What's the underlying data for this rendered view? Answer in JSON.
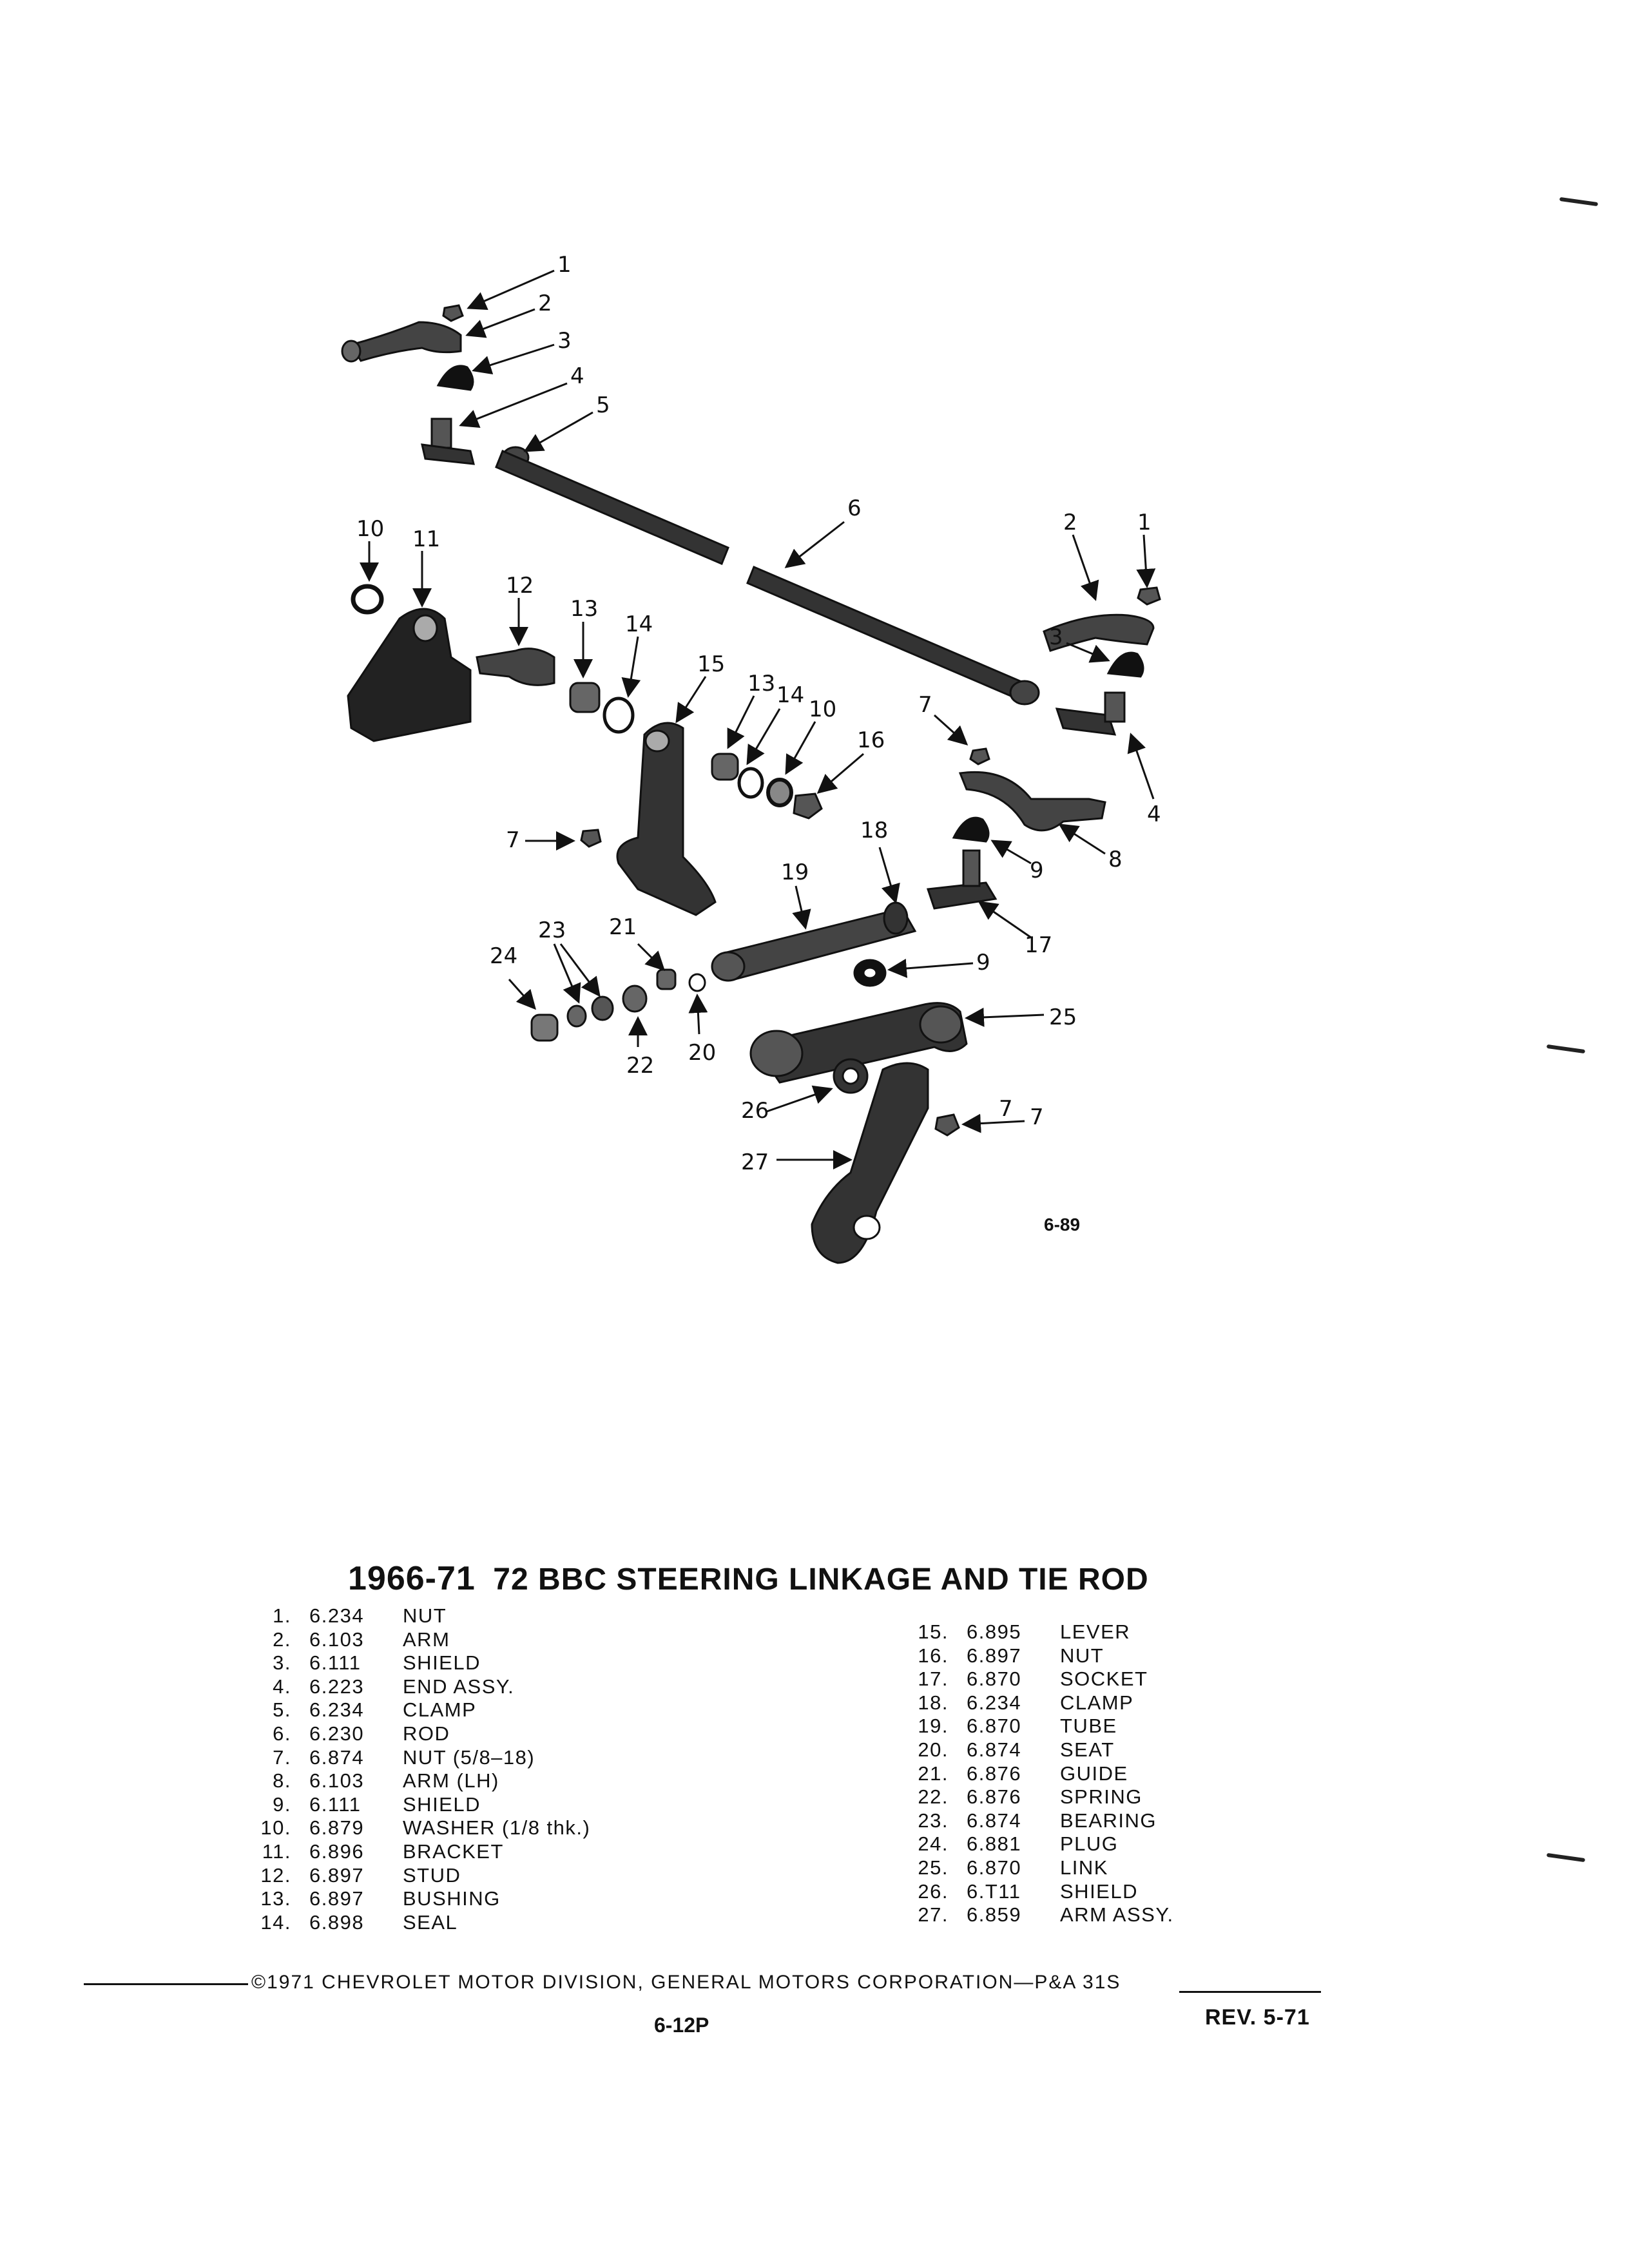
{
  "diagram": {
    "figure_id": "6-89",
    "callouts": [
      "1",
      "2",
      "3",
      "4",
      "5",
      "6",
      "10",
      "11",
      "12",
      "13",
      "14",
      "15",
      "13",
      "14",
      "10",
      "16",
      "7",
      "2",
      "1",
      "3",
      "7",
      "4",
      "8",
      "9",
      "18",
      "19",
      "17",
      "7",
      "23",
      "21",
      "24",
      "22",
      "20",
      "9",
      "25",
      "26",
      "7",
      "27"
    ]
  },
  "title": {
    "main": "1966-71",
    "suffix": "72 BBC STEERING LINKAGE AND TIE ROD"
  },
  "parts_left": [
    {
      "num": "1.",
      "code": "6.234",
      "name": "NUT"
    },
    {
      "num": "2.",
      "code": "6.103",
      "name": "ARM"
    },
    {
      "num": "3.",
      "code": "6.111",
      "name": "SHIELD"
    },
    {
      "num": "4.",
      "code": "6.223",
      "name": "END ASSY."
    },
    {
      "num": "5.",
      "code": "6.234",
      "name": "CLAMP"
    },
    {
      "num": "6.",
      "code": "6.230",
      "name": "ROD"
    },
    {
      "num": "7.",
      "code": "6.874",
      "name": "NUT (5/8–18)"
    },
    {
      "num": "8.",
      "code": "6.103",
      "name": "ARM (LH)"
    },
    {
      "num": "9.",
      "code": "6.111",
      "name": "SHIELD"
    },
    {
      "num": "10.",
      "code": "6.879",
      "name": "WASHER (1/8 thk.)"
    },
    {
      "num": "11.",
      "code": "6.896",
      "name": "BRACKET"
    },
    {
      "num": "12.",
      "code": "6.897",
      "name": "STUD"
    },
    {
      "num": "13.",
      "code": "6.897",
      "name": "BUSHING"
    },
    {
      "num": "14.",
      "code": "6.898",
      "name": "SEAL"
    }
  ],
  "parts_right": [
    {
      "num": "15.",
      "code": "6.895",
      "name": "LEVER"
    },
    {
      "num": "16.",
      "code": "6.897",
      "name": "NUT"
    },
    {
      "num": "17.",
      "code": "6.870",
      "name": "SOCKET"
    },
    {
      "num": "18.",
      "code": "6.234",
      "name": "CLAMP"
    },
    {
      "num": "19.",
      "code": "6.870",
      "name": "TUBE"
    },
    {
      "num": "20.",
      "code": "6.874",
      "name": "SEAT"
    },
    {
      "num": "21.",
      "code": "6.876",
      "name": "GUIDE"
    },
    {
      "num": "22.",
      "code": "6.876",
      "name": "SPRING"
    },
    {
      "num": "23.",
      "code": "6.874",
      "name": "BEARING"
    },
    {
      "num": "24.",
      "code": "6.881",
      "name": "PLUG"
    },
    {
      "num": "25.",
      "code": "6.870",
      "name": "LINK"
    },
    {
      "num": "26.",
      "code": "6.T11",
      "name": "SHIELD"
    },
    {
      "num": "27.",
      "code": "6.859",
      "name": "ARM ASSY."
    }
  ],
  "footer": {
    "copyright": "©1971 CHEVROLET MOTOR DIVISION, GENERAL MOTORS CORPORATION—P&A 31S",
    "page_number": "6-12P",
    "revision": "REV. 5-71"
  }
}
